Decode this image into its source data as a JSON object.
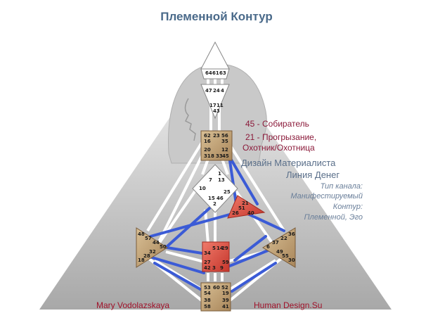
{
  "title": "Племенной Контур",
  "annotations": {
    "gate45": "45 - Собиратель",
    "gate21_line1": "21 - Прогрызание,",
    "gate21_line2": "Охотник/Охотница"
  },
  "design": {
    "line1": "Дизайн Материалиста",
    "line2": "Линия Денег"
  },
  "channel_type": {
    "line1": "Тип канала:",
    "line2": "Манифестируемый",
    "line3": "Контур:",
    "line4": "Племенной, Эго"
  },
  "footer": {
    "author": "Mary Vodolazskaya",
    "site": "Human Design.Su"
  },
  "gates": {
    "head": [
      "64",
      "61",
      "63"
    ],
    "ajna": [
      "47",
      "24",
      "4"
    ],
    "ajna_low": [
      "17",
      "11",
      "43"
    ],
    "throat": [
      "62",
      "23",
      "56",
      "16",
      "35",
      "20",
      "12",
      "31",
      "8",
      "33",
      "45"
    ],
    "g_center": [
      "1",
      "7",
      "13",
      "10",
      "25",
      "15",
      "46",
      "2"
    ],
    "ego": [
      "21",
      "51",
      "26",
      "40"
    ],
    "spleen": [
      "48",
      "57",
      "44",
      "50",
      "32",
      "28",
      "18"
    ],
    "solar": [
      "36",
      "22",
      "37",
      "6",
      "49",
      "55",
      "30"
    ],
    "sacral": [
      "5",
      "14",
      "29",
      "34",
      "27",
      "59",
      "42",
      "3",
      "9"
    ],
    "root": [
      "53",
      "60",
      "52",
      "54",
      "19",
      "38",
      "39",
      "58",
      "41"
    ]
  },
  "colors": {
    "title": "#4a6a8a",
    "annotation": "#8b1a3a",
    "footer": "#a0122a",
    "active_channel": "#3b5bd6",
    "ego_center": "#e35b4c",
    "sacral_center": "#e0473e",
    "tan_center": "#c4a57a"
  }
}
